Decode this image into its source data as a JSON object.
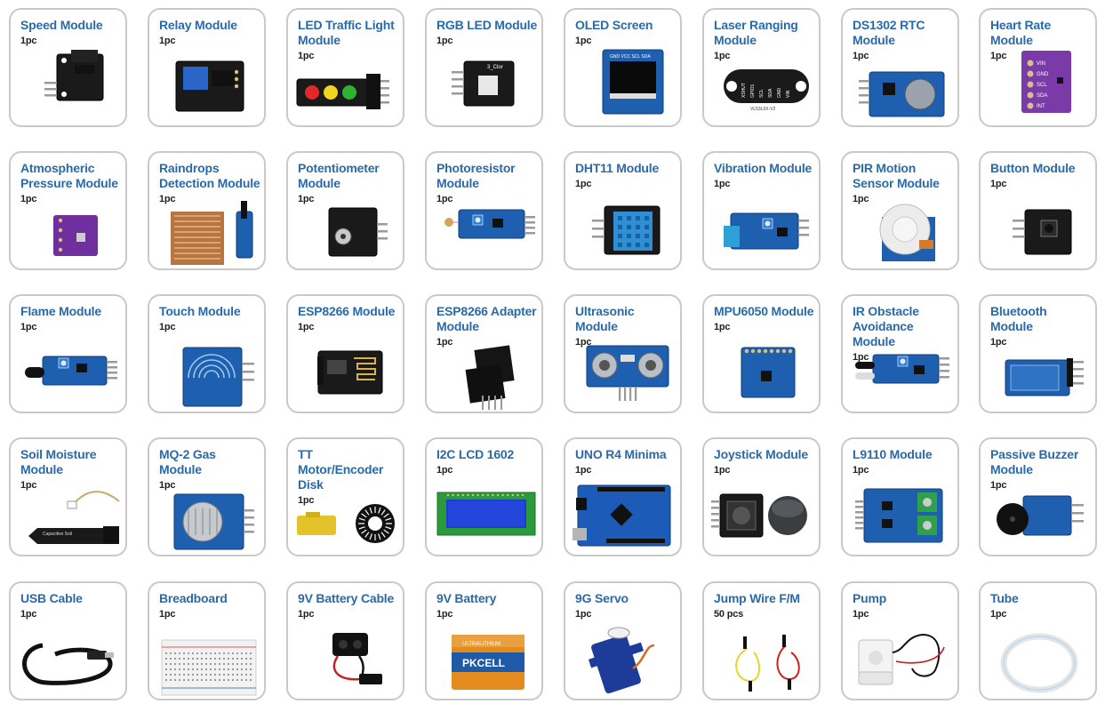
{
  "items": [
    {
      "title": "Speed Module",
      "qty": "1pc",
      "icon": "speed-module-icon"
    },
    {
      "title": "Relay Module",
      "qty": "1pc",
      "icon": "relay-module-icon"
    },
    {
      "title": "LED Traffic Light Module",
      "qty": "1pc",
      "icon": "traffic-light-icon"
    },
    {
      "title": "RGB LED Module",
      "qty": "1pc",
      "icon": "rgb-led-icon"
    },
    {
      "title": "OLED Screen",
      "qty": "1pc",
      "icon": "oled-screen-icon"
    },
    {
      "title": "Laser Ranging Module",
      "qty": "1pc",
      "icon": "laser-ranging-icon"
    },
    {
      "title": "DS1302 RTC Module",
      "qty": "1pc",
      "icon": "rtc-module-icon"
    },
    {
      "title": "Heart Rate Module",
      "qty": "1pc",
      "icon": "heart-rate-icon"
    },
    {
      "title": "Atmospheric Pressure Module",
      "qty": "1pc",
      "icon": "pressure-module-icon"
    },
    {
      "title": "Raindrops Detection Module",
      "qty": "1pc",
      "icon": "raindrops-icon"
    },
    {
      "title": "Potentiometer Module",
      "qty": "1pc",
      "icon": "potentiometer-icon"
    },
    {
      "title": "Photoresistor Module",
      "qty": "1pc",
      "icon": "photoresistor-icon"
    },
    {
      "title": "DHT11 Module",
      "qty": "1pc",
      "icon": "dht11-icon"
    },
    {
      "title": "Vibration Module",
      "qty": "1pc",
      "icon": "vibration-icon"
    },
    {
      "title": "PIR Motion Sensor Module",
      "qty": "1pc",
      "icon": "pir-sensor-icon"
    },
    {
      "title": "Button Module",
      "qty": "1pc",
      "icon": "button-module-icon"
    },
    {
      "title": "Flame Module",
      "qty": "1pc",
      "icon": "flame-module-icon"
    },
    {
      "title": "Touch Module",
      "qty": "1pc",
      "icon": "touch-module-icon"
    },
    {
      "title": "ESP8266 Module",
      "qty": "1pc",
      "icon": "esp8266-icon"
    },
    {
      "title": "ESP8266 Adapter Module",
      "qty": "1pc",
      "icon": "esp8266-adapter-icon"
    },
    {
      "title": "Ultrasonic Module",
      "qty": "1pc",
      "icon": "ultrasonic-icon"
    },
    {
      "title": "MPU6050 Module",
      "qty": "1pc",
      "icon": "mpu6050-icon"
    },
    {
      "title": "IR Obstacle Avoidance Module",
      "qty": "1pc",
      "icon": "ir-obstacle-icon"
    },
    {
      "title": "Bluetooth Module",
      "qty": "1pc",
      "icon": "bluetooth-module-icon"
    },
    {
      "title": "Soil Moisture Module",
      "qty": "1pc",
      "icon": "soil-moisture-icon"
    },
    {
      "title": "MQ-2 Gas Module",
      "qty": "1pc",
      "icon": "gas-sensor-icon"
    },
    {
      "title": "TT Motor/Encoder Disk",
      "qty": "1pc",
      "icon": "tt-motor-icon"
    },
    {
      "title": "I2C LCD 1602",
      "qty": "1pc",
      "icon": "lcd-1602-icon"
    },
    {
      "title": "UNO R4 Minima",
      "qty": "1pc",
      "icon": "uno-board-icon"
    },
    {
      "title": "Joystick Module",
      "qty": "1pc",
      "icon": "joystick-icon"
    },
    {
      "title": "L9110 Module",
      "qty": "1pc",
      "icon": "motor-driver-icon"
    },
    {
      "title": "Passive Buzzer Module",
      "qty": "1pc",
      "icon": "buzzer-icon"
    },
    {
      "title": "USB Cable",
      "qty": "1pc",
      "icon": "usb-cable-icon"
    },
    {
      "title": "Breadboard",
      "qty": "1pc",
      "icon": "breadboard-icon"
    },
    {
      "title": "9V Battery Cable",
      "qty": "1pc",
      "icon": "battery-cable-icon"
    },
    {
      "title": "9V Battery",
      "qty": "1pc",
      "icon": "battery-icon"
    },
    {
      "title": "9G Servo",
      "qty": "1pc",
      "icon": "servo-icon"
    },
    {
      "title": "Jump Wire F/M",
      "qty": "50 pcs",
      "icon": "jump-wire-icon"
    },
    {
      "title": "Pump",
      "qty": "1pc",
      "icon": "pump-icon"
    },
    {
      "title": "Tube",
      "qty": "1pc",
      "icon": "tube-icon"
    }
  ],
  "product_text": {
    "rgb": "3_Clor",
    "oled_pins": "GND VCC SCL SDA",
    "laser": [
      "XSHUT",
      "GPIO1",
      "SCL",
      "SDA",
      "GND",
      "VIN",
      "VL53L0X-V2"
    ],
    "heart": [
      "VIN",
      "GND",
      "SCL",
      "SDA",
      "INT"
    ],
    "battery": [
      "ULTRALITHIUM",
      "PKCELL"
    ]
  },
  "colors": {
    "title": "#2a6aa8",
    "border": "#c9c9c9",
    "pcb_blue": "#1f5fb0",
    "pcb_black": "#1a1a1a",
    "pcb_purple": "#7a3aa8"
  }
}
